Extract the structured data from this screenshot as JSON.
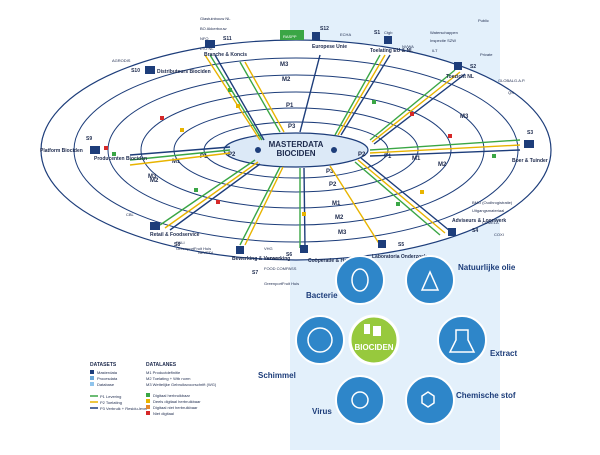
{
  "center": {
    "line1": "MASTERDATA",
    "line2": "BIOCIDEN"
  },
  "rings": {
    "p": [
      "P1",
      "P2",
      "P3"
    ],
    "m": [
      "M1",
      "M2",
      "M3"
    ]
  },
  "stations": {
    "s1": "S1",
    "s2": "S2",
    "s3": "S3",
    "s4": "S4",
    "s5": "S5",
    "s6": "S6",
    "s7": "S7",
    "s8": "S8",
    "s9": "S9",
    "s10": "S10",
    "s11": "S11",
    "s12": "S12"
  },
  "nodes": {
    "branche": "Branche & Koncis",
    "distributeurs": "Distributeurs Biociden",
    "europese_unie": "Europese Unie",
    "toelating": "Toelating EU & NL",
    "toezicht": "Toezicht NL",
    "producenten": "Producenten Biociden",
    "boer": "Boer & Tuinder",
    "retail": "Retail & Foodservice",
    "bewerking": "Bewerking & Verwerking",
    "cooperatie": "Coöperatie & Handel",
    "laboratoria": "Laboratoria Onderzoek",
    "adviseurs": "Adviseurs & Loonwerk",
    "platform": "Platform Biociden"
  },
  "small_labels": {
    "glastuinbouw": "Glastuinbouw NL",
    "bo_akkerbouw": "BO Akkerbouw",
    "nfo": "NFO",
    "ltonl": "LTO NL",
    "agrodis": "AGRODIS",
    "raspp": "RASPP",
    "echa": "ECHA",
    "ctgb": "Ctgb",
    "nvwa": "NVWA",
    "public": "Public",
    "waterschappen": "Waterschappen",
    "inspectie": "Inspectie SZW",
    "ilt": "ILT",
    "private": "Private",
    "globalgap": "GLOBALG.A.P.",
    "qs": "QS",
    "bmo": "BMO (Oudhrogistratie)",
    "uitgang": "Uitgangsmateriaal",
    "cumela": "CUMELA",
    "coxi": "COXI",
    "cbl": "CBL",
    "fnli": "FNLI",
    "greenport": "GreenportFruit Huis",
    "nevedi": "NEVEDI",
    "vhg": "VHG",
    "anthos": "ANTHOS",
    "food_compass": "FOOD COMPASS",
    "greenfruit": "GreenportFruit Huis"
  },
  "legend": {
    "datasets_title": "DATASETS",
    "datalanes_title": "DATALANES",
    "datasets": [
      "Masterdata",
      "Procesdata",
      "Database"
    ],
    "lanes": [
      "M1  Productdefinitie",
      "M2  Toelating + Wtb norm",
      "M3  Wettelijke Gebruiksvoorschrift (WG)"
    ],
    "flows": [
      "P1  Levering",
      "P2  Toelating",
      "P3  Verbruik + Residu-level"
    ],
    "status": [
      "Digitaal herbruikbaar",
      "Deels digitaal herbruikbaar",
      "Digitaal niet herbruikbaar",
      "Niet digitaal"
    ]
  },
  "biociden": {
    "center": "BIOCIDEN",
    "categories": [
      "Bacterie",
      "Natuurlijke olie",
      "Extract",
      "Chemische stof",
      "Virus",
      "Schimmel"
    ]
  }
}
